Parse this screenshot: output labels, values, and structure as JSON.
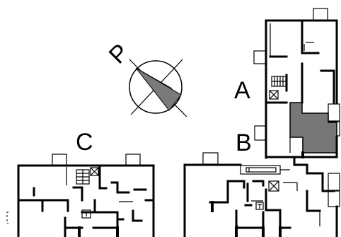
{
  "labels": {
    "north": "P",
    "building_a": "A",
    "building_b": "B",
    "building_c": "C"
  },
  "colors": {
    "line": "#000000",
    "highlight": "#777777",
    "sector": "#7a7a7a",
    "background": "#ffffff"
  },
  "icons": {
    "compass": "compass-icon",
    "stairs": "stairs-icon",
    "elevator": "elevator-icon"
  }
}
